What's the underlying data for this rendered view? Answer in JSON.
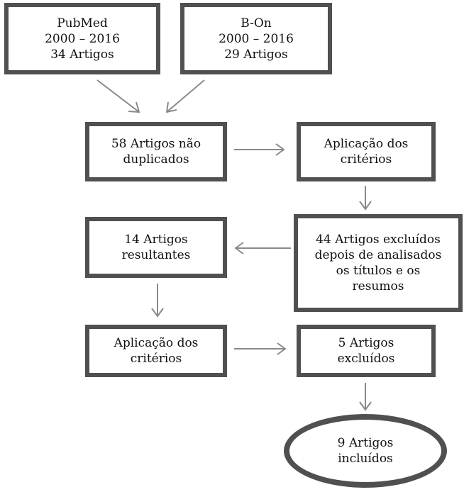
{
  "nodes": {
    "pubmed": [
      "PubMed",
      "2000 – 2016",
      "34 Artigos"
    ],
    "bon": [
      "B-On",
      "2000 – 2016",
      "29 Artigos"
    ],
    "nao_duplicados": [
      "58 Artigos não",
      "duplicados"
    ],
    "aplicacao1": [
      "Aplicação dos",
      "critérios"
    ],
    "excluidos44": [
      "44 Artigos excluídos",
      "depois de analisados",
      "os títulos e os",
      "resumos"
    ],
    "resultantes": [
      "14 Artigos",
      "resultantes"
    ],
    "aplicacao2": [
      "Aplicação dos",
      "critérios"
    ],
    "excluidos5": [
      "5 Artigos",
      "excluídos"
    ],
    "incluidos": [
      "9 Artigos",
      "incluídos"
    ]
  },
  "colors": {
    "border": "#505050",
    "arrow": "#8a8a8a"
  }
}
